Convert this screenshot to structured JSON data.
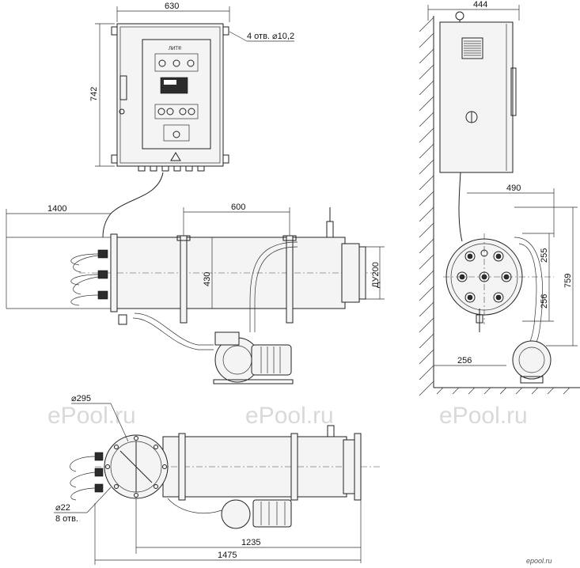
{
  "dimensions": {
    "cabinet_width": "630",
    "cabinet_height": "742",
    "mounting_holes": "4 отв. ⌀10,2",
    "cabinet_depth": "444",
    "reactor_offset": "1400",
    "flange_spacing": "600",
    "body_height": "430",
    "pipe_nominal": "ДУ200",
    "side_width": "490",
    "side_upper": "255",
    "side_lower": "256",
    "side_total": "759",
    "side_floor": "256",
    "flange_diameter": "⌀295",
    "hole_diameter": "⌀22",
    "hole_count": "8 отв.",
    "length_inner": "1235",
    "length_total": "1475"
  },
  "panel": {
    "brand": "ЛИТ®"
  },
  "watermarks": [
    "ePool.ru",
    "ePool.ru",
    "ePool.ru"
  ],
  "logo": "epool.ru",
  "colors": {
    "line": "#222222",
    "watermark": "#d9d9d9",
    "wall_hatch": "#444444"
  }
}
